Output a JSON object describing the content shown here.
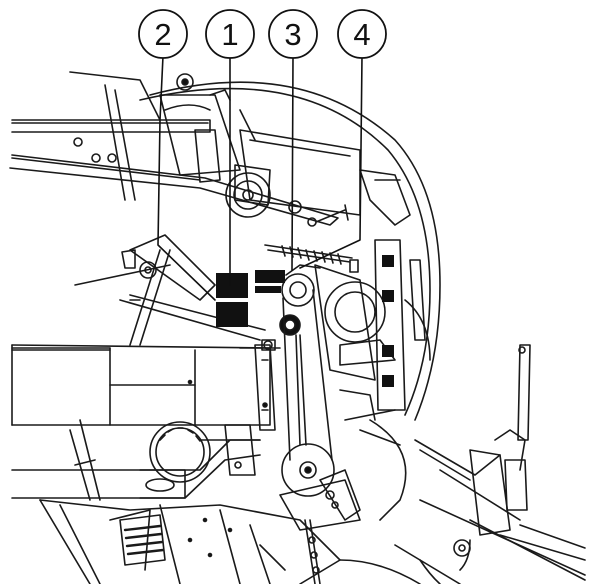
{
  "callouts": [
    {
      "label": "2"
    },
    {
      "label": "1"
    },
    {
      "label": "3"
    },
    {
      "label": "4"
    }
  ],
  "colors": {
    "line": "#1a1a1a",
    "fill_dark": "#111111",
    "background": "#ffffff"
  }
}
